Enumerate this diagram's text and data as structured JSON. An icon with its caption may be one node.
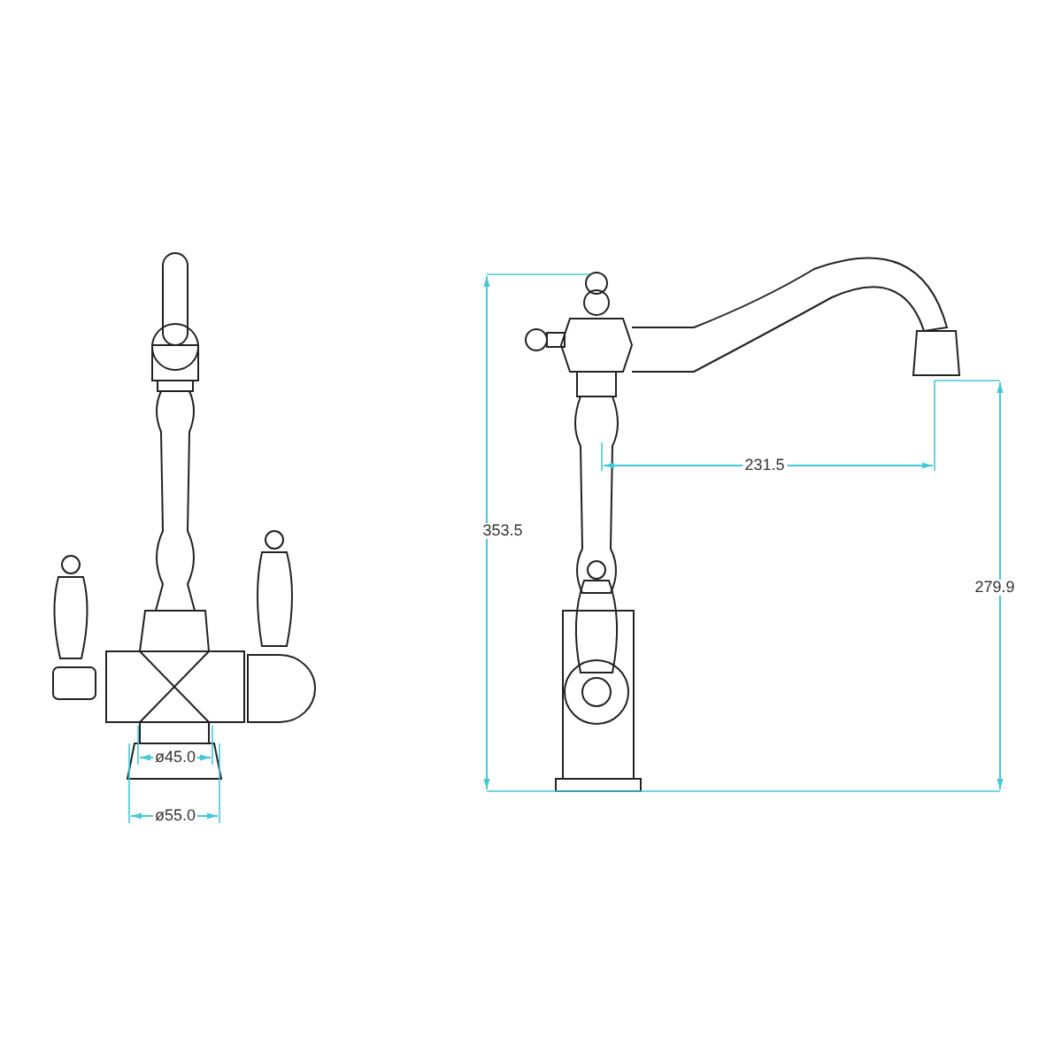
{
  "diagram": {
    "labels": [
      "353.5",
      "231.5",
      "279.9",
      "ø45.0",
      "ø55.0"
    ]
  }
}
